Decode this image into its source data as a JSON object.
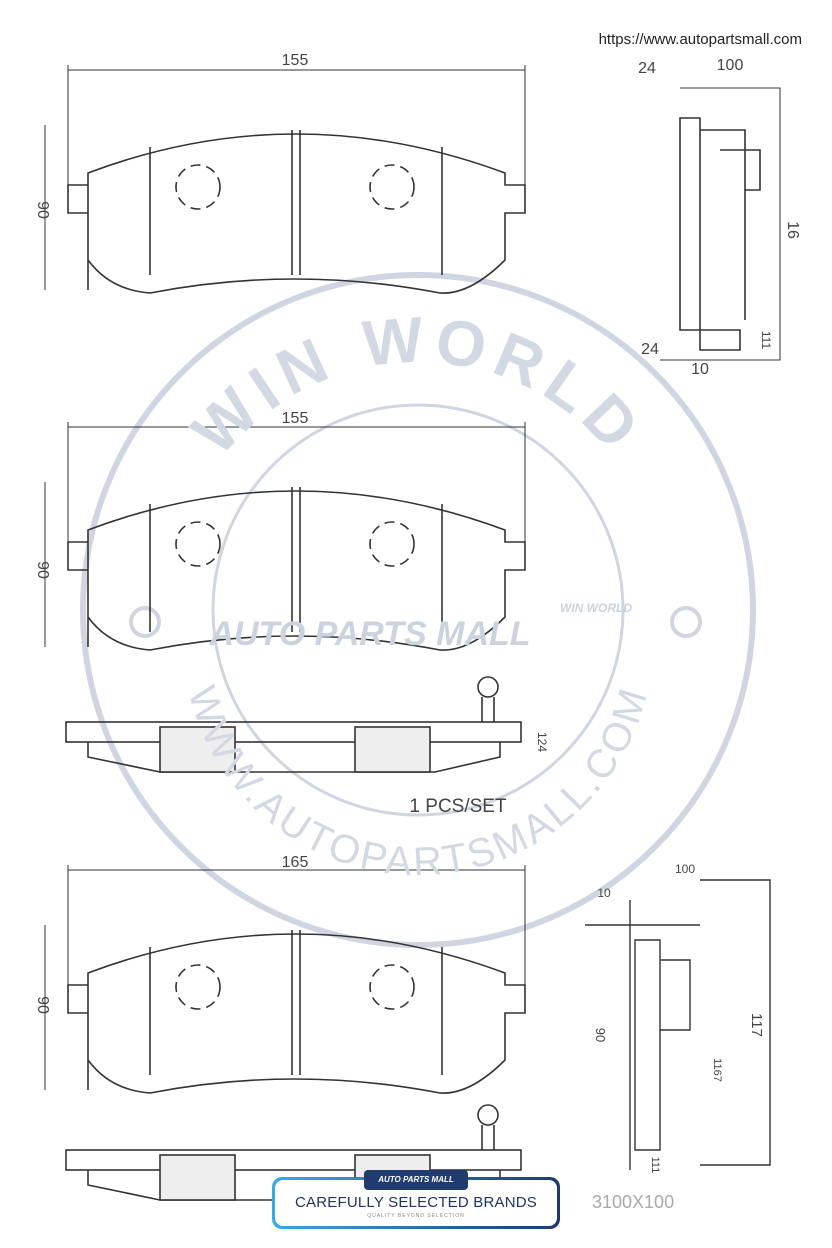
{
  "header": {
    "url": "https://www.autopartsmall.com"
  },
  "watermark": {
    "arc_top": "WIN WORLD",
    "arc_bottom": "WWW.AUTOPARTSMALL.COM",
    "logo": "AUTO PARTS MALL",
    "logo_small": "WIN WORLD",
    "color": "#c9d1de"
  },
  "drawing1": {
    "width": "155",
    "height": "90",
    "side_top_left": "24",
    "side_top": "100",
    "side_height": "16",
    "side_bottom_left": "24",
    "side_bottom": "10",
    "side_small": "111"
  },
  "drawing2": {
    "width": "155",
    "height": "90",
    "thickness": "124",
    "quantity": "1 PCS/SET"
  },
  "drawing3": {
    "width": "165",
    "height": "90",
    "side_top_left": "10",
    "side_top": "100",
    "side_inner": "90",
    "side_height": "117",
    "side_small": "1167",
    "side_bottom": "111"
  },
  "part_number": "3100X100",
  "badge": {
    "brand": "AUTO PARTS MALL",
    "title": "CAREFULLY SELECTED BRANDS",
    "subtitle": "QUALITY BEYOND SELECTION"
  }
}
